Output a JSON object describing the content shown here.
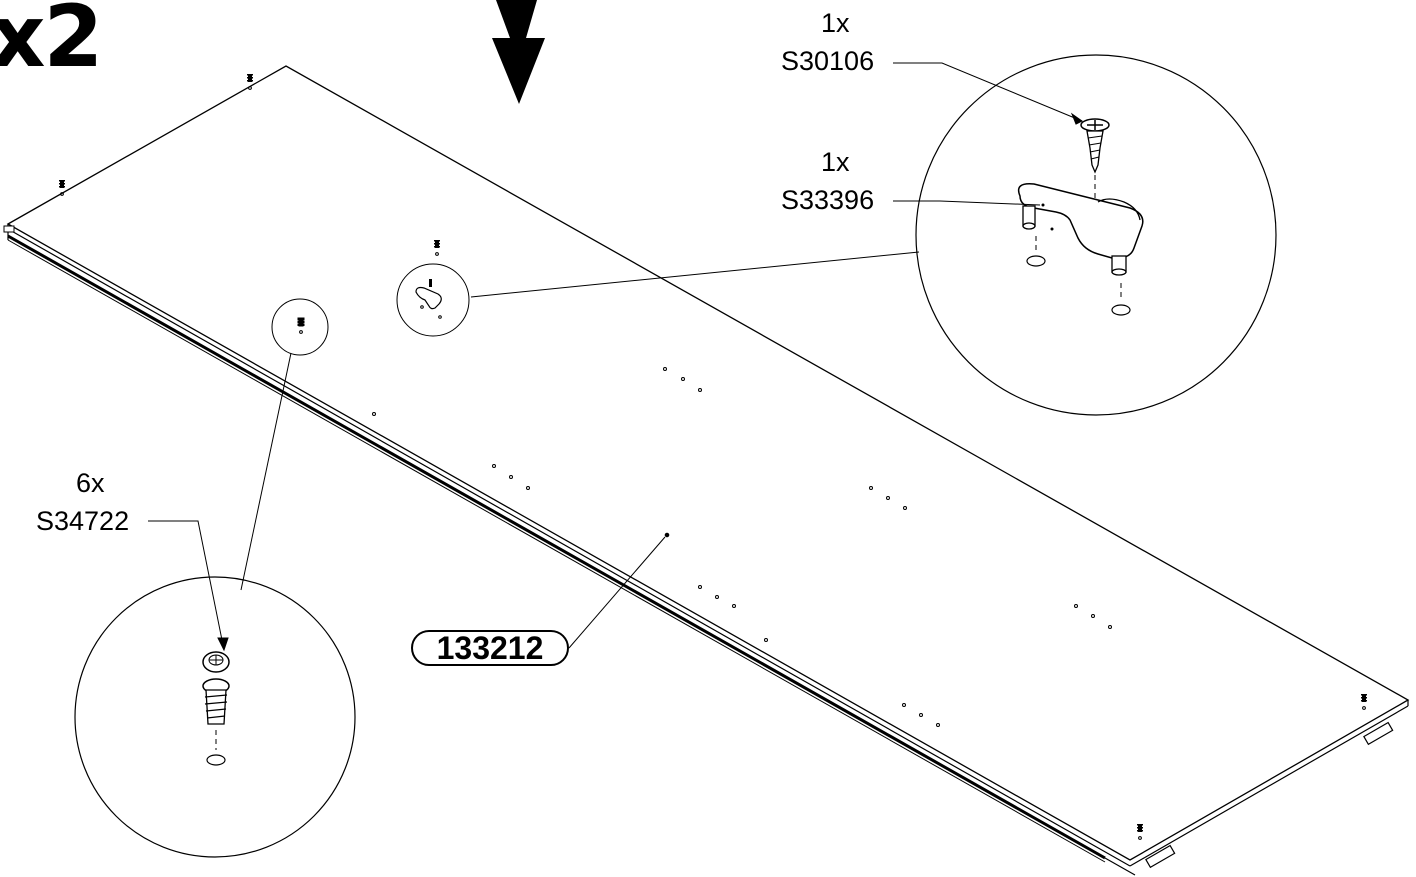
{
  "header": {
    "quantity": "x2"
  },
  "panel": {
    "part_number": "133212"
  },
  "callouts": {
    "screw": {
      "qty": "1x",
      "code": "S30106"
    },
    "clip": {
      "qty": "1x",
      "code": "S33396"
    },
    "dowel": {
      "qty": "6x",
      "code": "S34722"
    }
  }
}
